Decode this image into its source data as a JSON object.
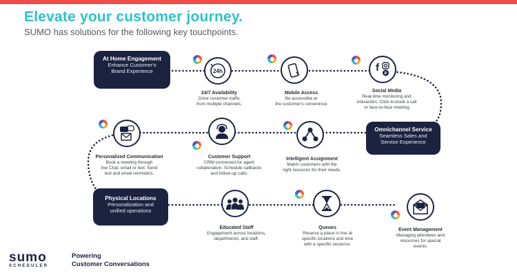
{
  "header": {
    "title": "Elevate your customer journey.",
    "subtitle": "SUMO has solutions for the following key touchpoints."
  },
  "hubs": {
    "home": {
      "title": "At Home Engagement",
      "desc1": "Enhance Customer's",
      "desc2": "Brand Experience"
    },
    "omni": {
      "title": "Omnichannel Service",
      "desc1": "Seamless Sales and",
      "desc2": "Service Experience"
    },
    "physical": {
      "title": "Physical Locations",
      "desc1": "Personalization and",
      "desc2": "unified operations"
    }
  },
  "touchpoints": {
    "availability": {
      "title": "24/7 Availability",
      "l1": "Drive customer traffic",
      "l2": "from multiple channels.",
      "icon_text": "24h"
    },
    "mobile": {
      "title": "Mobile Access",
      "l1": "Be accessible at",
      "l2": "the customer's convenince"
    },
    "social": {
      "title": "Social Media",
      "l1": "Real-time monitoring and",
      "l2": "interaction, Click-to-book a call",
      "l3": "or  face-to-face meeting"
    },
    "personalized": {
      "title": "Personalized Communication",
      "l1": "Book a meeting through",
      "l2": "live Chat, email or text. Send",
      "l3": "text and email reminders."
    },
    "support": {
      "title": "Customer Support",
      "l1": "CRM-connected for agent",
      "l2": "collaboration. Schedule callbacks",
      "l3": "and follow-up calls."
    },
    "assignment": {
      "title": "Intelligent Assignment",
      "l1": "Match customers with the",
      "l2": "right resouces for their needs."
    },
    "staff": {
      "title": "Educated Staff",
      "l1": "Engagement across locations,",
      "l2": "departments, and staff."
    },
    "queues": {
      "title": "Queues",
      "l1": "Reserve a place in line at",
      "l2": "specific locations and time",
      "l3": "with a specific resource."
    },
    "events": {
      "title": "Event Management",
      "l1": "Managing attendees and",
      "l2": "resources for special",
      "l3": "events."
    }
  },
  "footer": {
    "logo_main": "sumo",
    "logo_sub": "SCHEDULER",
    "tagline1": "Powering",
    "tagline2": "Customer Conversations"
  },
  "colors": {
    "accent": "#2fc1c8",
    "navy": "#1b2340",
    "topbar": "#ef4b47"
  }
}
